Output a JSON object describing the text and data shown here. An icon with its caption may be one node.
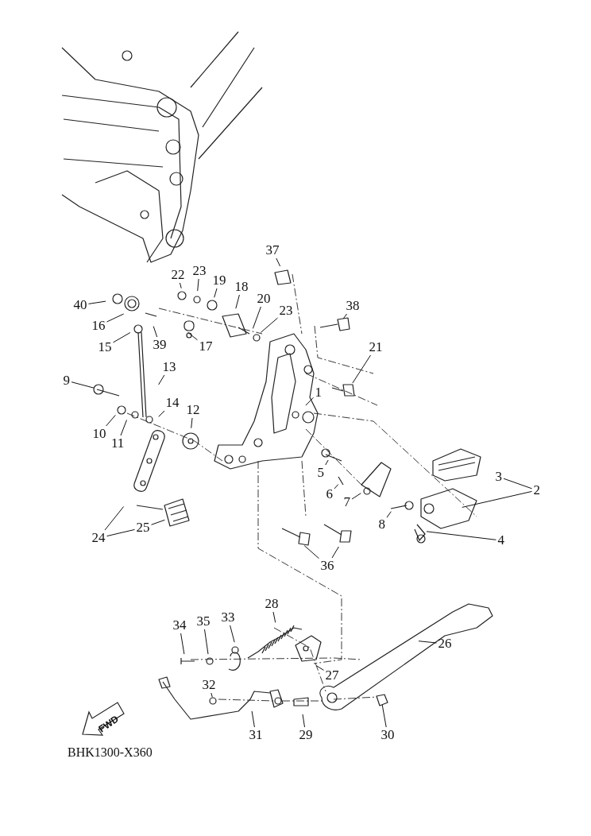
{
  "diagram": {
    "nodes": [
      {
        "text": [
          "37"
        ]
      },
      {
        "text": [
          "22"
        ]
      },
      {
        "text": [
          "23"
        ]
      },
      {
        "text": [
          "19"
        ]
      },
      {
        "text": [
          "18"
        ]
      },
      {
        "text": [
          "40"
        ]
      },
      {
        "text": [
          "38"
        ]
      },
      {
        "text": [
          "20"
        ]
      },
      {
        "text": [
          "23"
        ]
      },
      {
        "text": [
          "16"
        ]
      },
      {
        "text": [
          "39"
        ]
      },
      {
        "text": [
          "17"
        ]
      },
      {
        "text": [
          "15"
        ]
      },
      {
        "text": [
          "21"
        ]
      },
      {
        "text": [
          "13"
        ]
      },
      {
        "text": [
          "9"
        ]
      },
      {
        "text": [
          "1"
        ]
      },
      {
        "text": [
          "14"
        ]
      },
      {
        "text": [
          "12"
        ]
      },
      {
        "text": [
          "10"
        ]
      },
      {
        "text": [
          "11"
        ]
      },
      {
        "text": [
          "3"
        ]
      },
      {
        "text": [
          "2"
        ]
      },
      {
        "text": [
          "5"
        ]
      },
      {
        "text": [
          "6"
        ]
      },
      {
        "text": [
          "7"
        ]
      },
      {
        "text": [
          "8"
        ]
      },
      {
        "text": [
          "4"
        ]
      },
      {
        "text": [
          "24"
        ]
      },
      {
        "text": [
          "25"
        ]
      },
      {
        "text": [
          "36"
        ]
      },
      {
        "text": [
          "28"
        ]
      },
      {
        "text": [
          "26"
        ]
      },
      {
        "text": [
          "34"
        ]
      },
      {
        "text": [
          "35"
        ]
      },
      {
        "text": [
          "33"
        ]
      },
      {
        "text": [
          "27"
        ]
      },
      {
        "text": [
          "32"
        ]
      },
      {
        "text": [
          "31"
        ]
      },
      {
        "text": [
          "29"
        ]
      },
      {
        "text": [
          "30"
        ]
      }
    ],
    "edges": [
      {
        "from": 0,
        "to": null,
        "arrow": "none"
      },
      {
        "from": 1,
        "to": null,
        "arrow": "none"
      },
      {
        "from": 2,
        "to": null,
        "arrow": "none"
      },
      {
        "from": 3,
        "to": null,
        "arrow": "none"
      },
      {
        "from": 4,
        "to": null,
        "arrow": "none"
      },
      {
        "from": 5,
        "to": null,
        "arrow": "none"
      },
      {
        "from": 6,
        "to": null,
        "arrow": "none"
      },
      {
        "from": 7,
        "to": null,
        "arrow": "none"
      },
      {
        "from": 8,
        "to": null,
        "arrow": "none"
      },
      {
        "from": 9,
        "to": null,
        "arrow": "none"
      },
      {
        "from": 10,
        "to": null,
        "arrow": "none"
      },
      {
        "from": 11,
        "to": null,
        "arrow": "none"
      },
      {
        "from": 12,
        "to": null,
        "arrow": "none"
      },
      {
        "from": 13,
        "to": null,
        "arrow": "none"
      },
      {
        "from": 14,
        "to": null,
        "arrow": "none"
      },
      {
        "from": 15,
        "to": null,
        "arrow": "none"
      },
      {
        "from": 16,
        "to": null,
        "arrow": "none"
      },
      {
        "from": 17,
        "to": null,
        "arrow": "none"
      },
      {
        "from": 18,
        "to": null,
        "arrow": "none"
      },
      {
        "from": 19,
        "to": null,
        "arrow": "none"
      },
      {
        "from": 20,
        "to": null,
        "arrow": "none"
      },
      {
        "from": 22,
        "to": 21,
        "arrow": "none"
      },
      {
        "from": 22,
        "to": null,
        "arrow": "none"
      },
      {
        "from": 23,
        "to": null,
        "arrow": "none"
      },
      {
        "from": 24,
        "to": null,
        "arrow": "none"
      },
      {
        "from": 25,
        "to": null,
        "arrow": "none"
      },
      {
        "from": 26,
        "to": null,
        "arrow": "none"
      },
      {
        "from": 27,
        "to": null,
        "arrow": "none"
      },
      {
        "from": 28,
        "to": 29,
        "arrow": "none"
      },
      {
        "from": 28,
        "to": null,
        "arrow": "none"
      },
      {
        "from": 29,
        "to": null,
        "arrow": "none"
      },
      {
        "from": 30,
        "to": null,
        "arrow": "none"
      },
      {
        "from": 30,
        "to": null,
        "arrow": "none"
      },
      {
        "from": 31,
        "to": null,
        "arrow": "none"
      },
      {
        "from": 32,
        "to": null,
        "arrow": "none"
      },
      {
        "from": 33,
        "to": null,
        "arrow": "none"
      },
      {
        "from": 34,
        "to": null,
        "arrow": "none"
      },
      {
        "from": 35,
        "to": null,
        "arrow": "none"
      },
      {
        "from": 36,
        "to": null,
        "arrow": "none"
      },
      {
        "from": 37,
        "to": null,
        "arrow": "none"
      },
      {
        "from": 38,
        "to": null,
        "arrow": "none"
      },
      {
        "from": 39,
        "to": null,
        "arrow": "none"
      },
      {
        "from": 40,
        "to": null,
        "arrow": "none"
      }
    ],
    "labels": [
      "FWD",
      "BHK1300-X360"
    ]
  }
}
